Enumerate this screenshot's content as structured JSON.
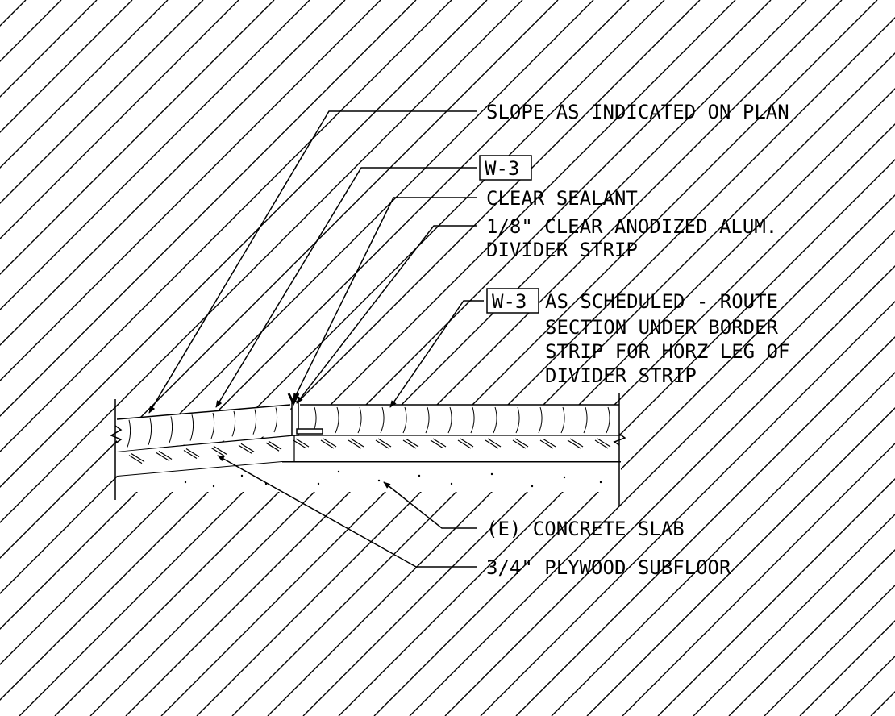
{
  "detail": {
    "colors": {
      "ink": "#000000",
      "paper": "#ffffff"
    },
    "labels": {
      "slope": "SLOPE AS INDICATED ON PLAN",
      "tag_top": "W-3",
      "sealant": "CLEAR SEALANT",
      "divider_line1": "1/8\" CLEAR ANODIZED ALUM.",
      "divider_line2": "DIVIDER STRIP",
      "tag_mid": "W-3",
      "scheduled_line1": "AS SCHEDULED - ROUTE",
      "scheduled_line2": "SECTION UNDER BORDER",
      "scheduled_line3": "STRIP FOR HORZ LEG OF",
      "scheduled_line4": "DIVIDER STRIP",
      "slab": "(E) CONCRETE SLAB",
      "plywood": "3/4\" PLYWOOD SUBFLOOR"
    }
  }
}
